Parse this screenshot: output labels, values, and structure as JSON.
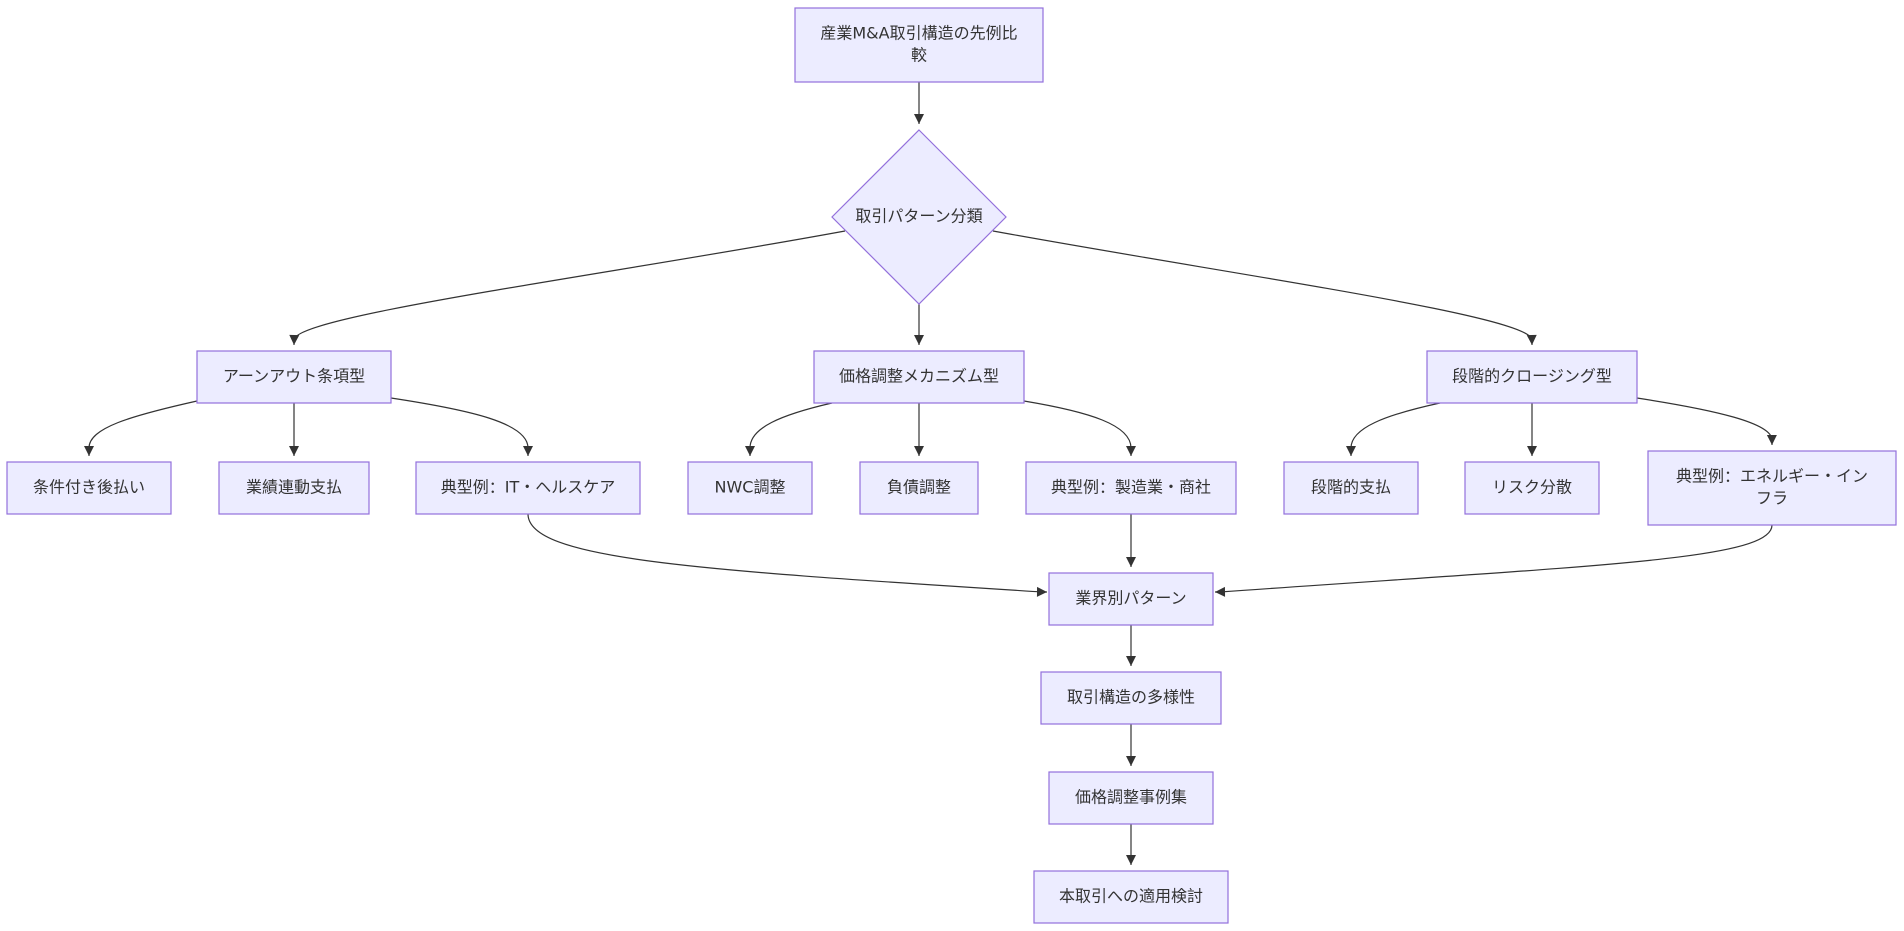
{
  "diagram": {
    "type": "flowchart",
    "colors": {
      "node_fill": "#ececff",
      "node_stroke": "#9370db",
      "edge": "#333333",
      "text": "#333333"
    },
    "nodes": {
      "root": {
        "label": [
          "産業M&A取引構造の先例比",
          "較"
        ],
        "shape": "rect"
      },
      "classify": {
        "label": [
          "取引パターン分類"
        ],
        "shape": "diamond"
      },
      "earnout": {
        "label": [
          "アーンアウト条項型"
        ],
        "shape": "rect"
      },
      "price_adj": {
        "label": [
          "価格調整メカニズム型"
        ],
        "shape": "rect"
      },
      "staged": {
        "label": [
          "段階的クロージング型"
        ],
        "shape": "rect"
      },
      "conditional": {
        "label": [
          "条件付き後払い"
        ],
        "shape": "rect"
      },
      "perf_linked": {
        "label": [
          "業績連動支払"
        ],
        "shape": "rect"
      },
      "ex_it": {
        "label": [
          "典型例：IT・ヘルスケア"
        ],
        "shape": "rect"
      },
      "nwc": {
        "label": [
          "NWC調整"
        ],
        "shape": "rect"
      },
      "debt": {
        "label": [
          "負債調整"
        ],
        "shape": "rect"
      },
      "ex_mfg": {
        "label": [
          "典型例：製造業・商社"
        ],
        "shape": "rect"
      },
      "staged_pay": {
        "label": [
          "段階的支払"
        ],
        "shape": "rect"
      },
      "risk": {
        "label": [
          "リスク分散"
        ],
        "shape": "rect"
      },
      "ex_energy": {
        "label": [
          "典型例：エネルギー・イン",
          "フラ"
        ],
        "shape": "rect"
      },
      "industry": {
        "label": [
          "業界別パターン"
        ],
        "shape": "rect"
      },
      "diversity": {
        "label": [
          "取引構造の多様性"
        ],
        "shape": "rect"
      },
      "casebook": {
        "label": [
          "価格調整事例集"
        ],
        "shape": "rect"
      },
      "apply": {
        "label": [
          "本取引への適用検討"
        ],
        "shape": "rect"
      }
    },
    "edges": [
      [
        "root",
        "classify"
      ],
      [
        "classify",
        "earnout"
      ],
      [
        "classify",
        "price_adj"
      ],
      [
        "classify",
        "staged"
      ],
      [
        "earnout",
        "conditional"
      ],
      [
        "earnout",
        "perf_linked"
      ],
      [
        "earnout",
        "ex_it"
      ],
      [
        "price_adj",
        "nwc"
      ],
      [
        "price_adj",
        "debt"
      ],
      [
        "price_adj",
        "ex_mfg"
      ],
      [
        "staged",
        "staged_pay"
      ],
      [
        "staged",
        "risk"
      ],
      [
        "staged",
        "ex_energy"
      ],
      [
        "ex_it",
        "industry"
      ],
      [
        "ex_mfg",
        "industry"
      ],
      [
        "ex_energy",
        "industry"
      ],
      [
        "industry",
        "diversity"
      ],
      [
        "diversity",
        "casebook"
      ],
      [
        "casebook",
        "apply"
      ]
    ]
  }
}
